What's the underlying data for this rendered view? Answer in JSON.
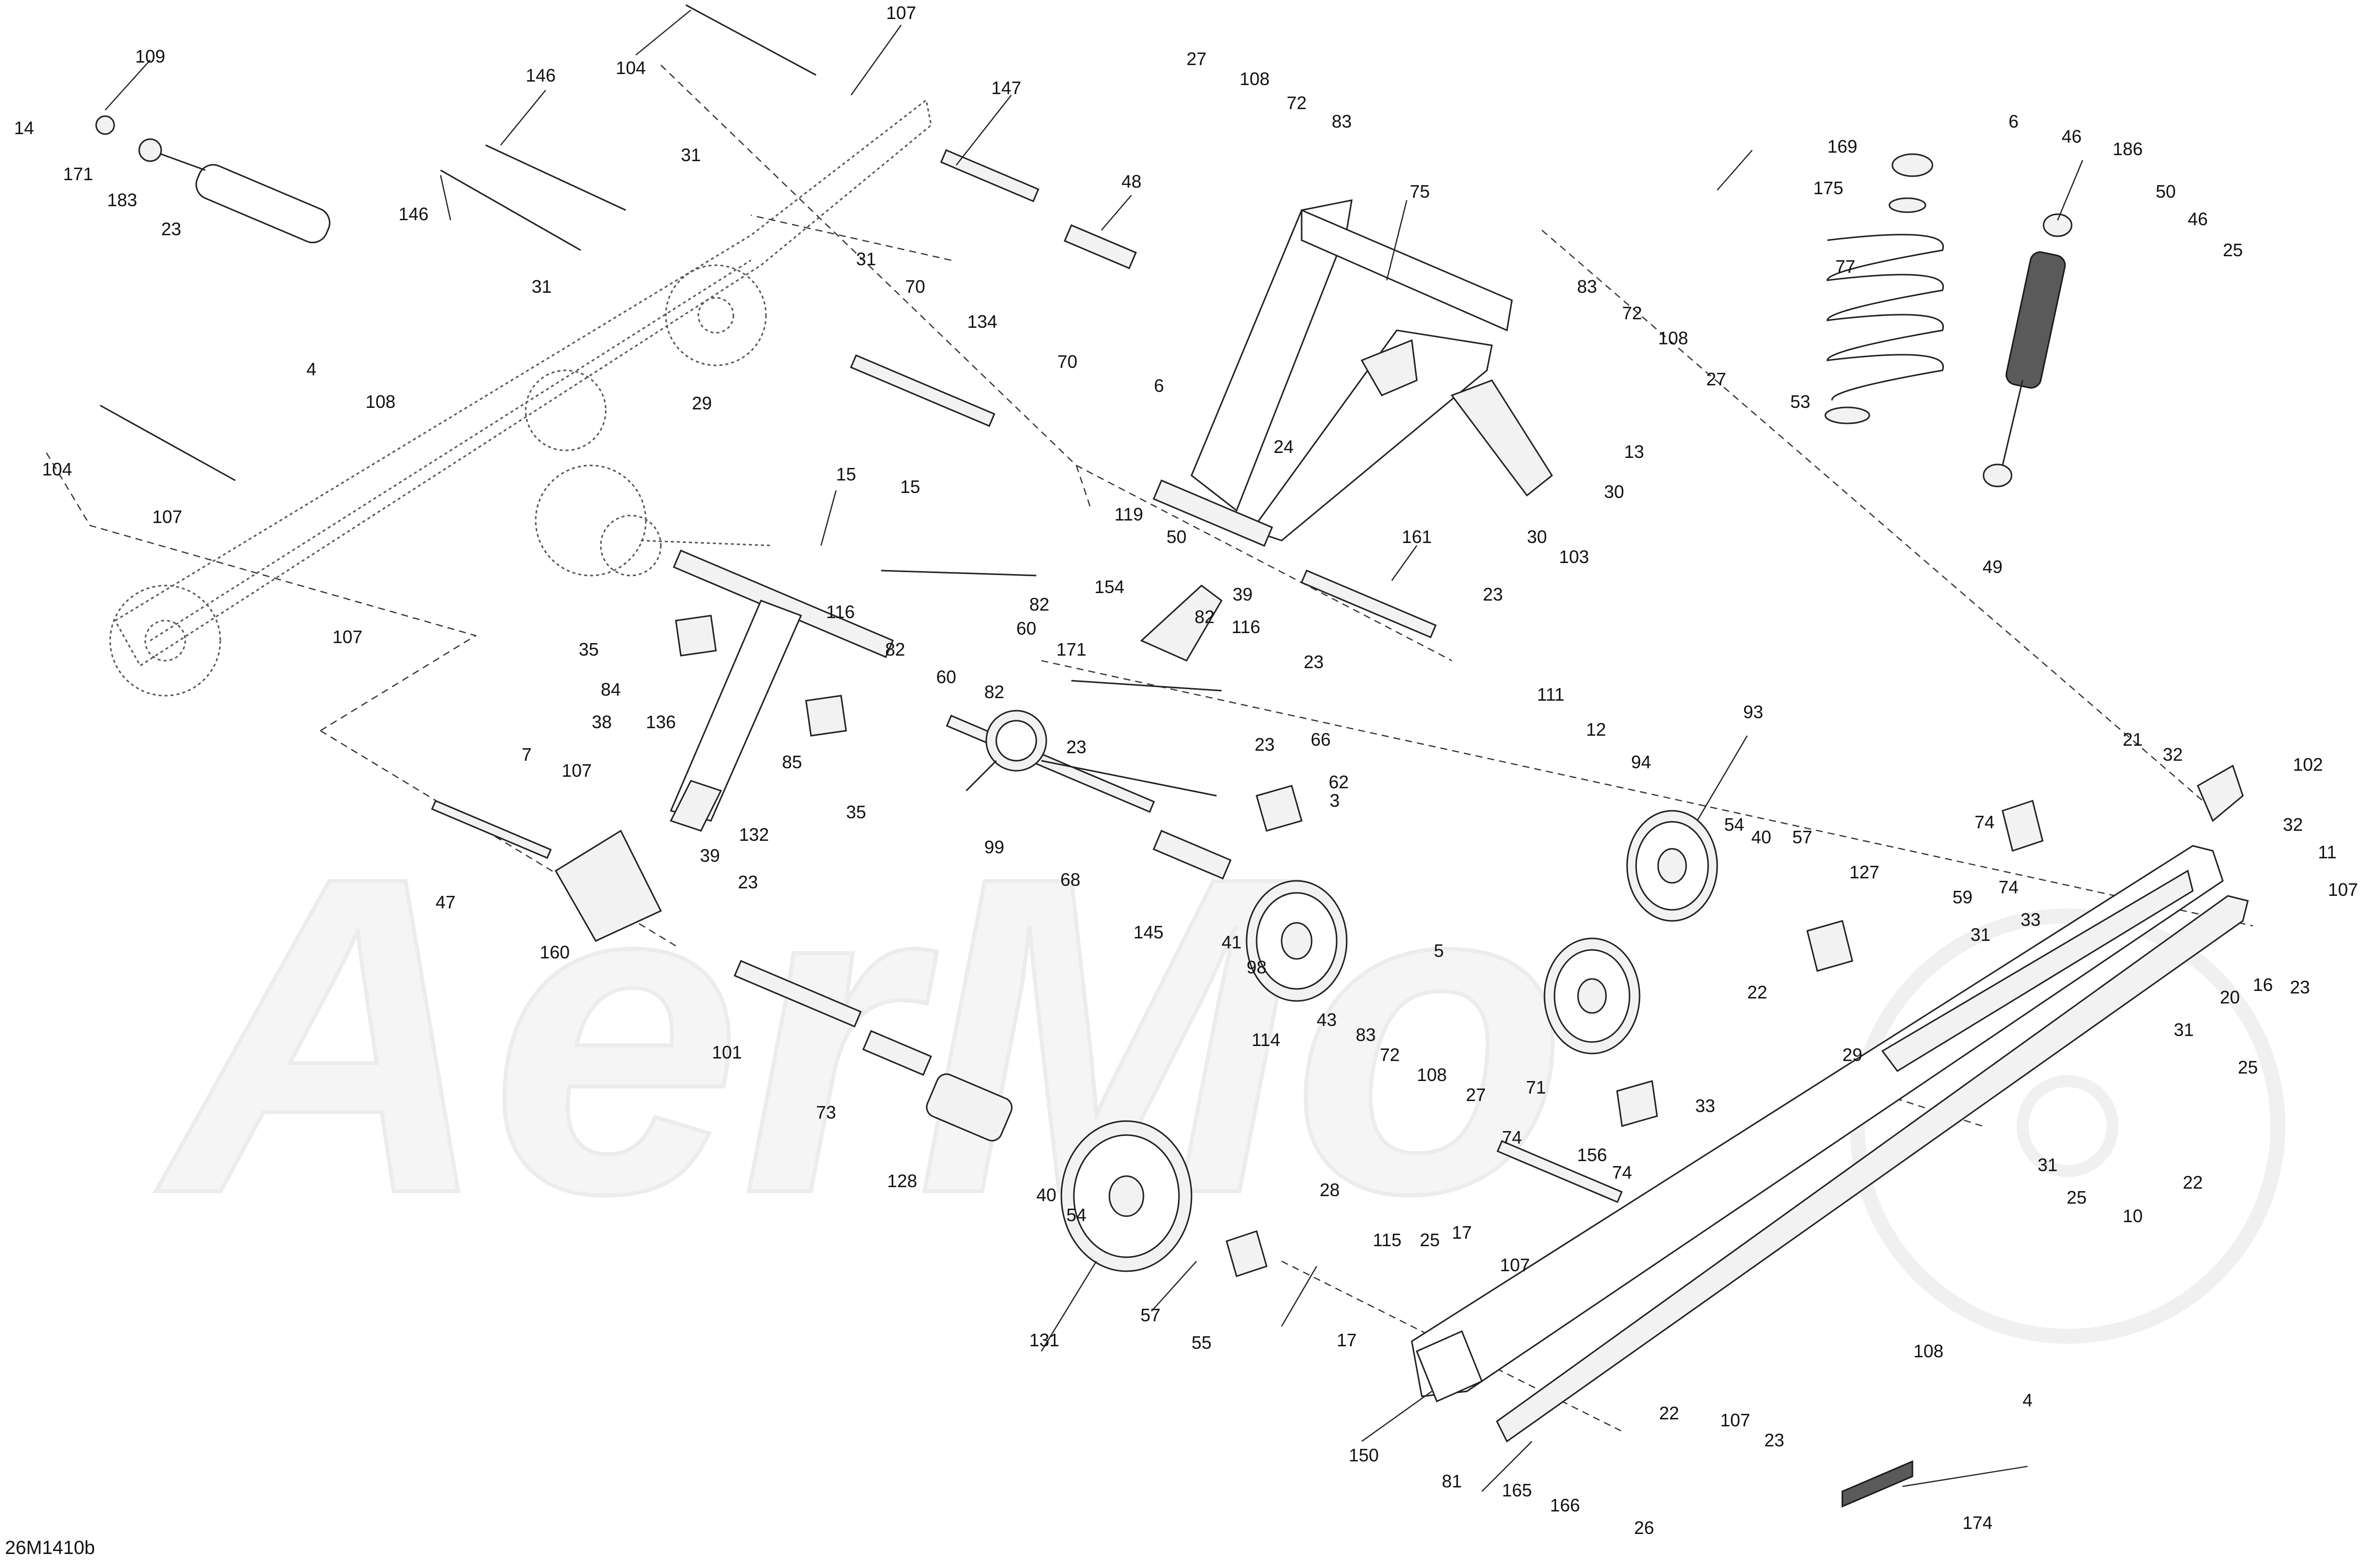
{
  "figure_code": "26M1410b",
  "watermark_text": "AerMo",
  "callouts": [
    {
      "id": "c107a",
      "text": "107"
    },
    {
      "id": "c104a",
      "text": "104"
    },
    {
      "id": "c109",
      "text": "109"
    },
    {
      "id": "c14",
      "text": "14"
    },
    {
      "id": "c171a",
      "text": "171"
    },
    {
      "id": "c183",
      "text": "183"
    },
    {
      "id": "c23a",
      "text": "23"
    },
    {
      "id": "c146a",
      "text": "146"
    },
    {
      "id": "c146b",
      "text": "146"
    },
    {
      "id": "c31a",
      "text": "31"
    },
    {
      "id": "c31b",
      "text": "31"
    },
    {
      "id": "c31c",
      "text": "31"
    },
    {
      "id": "c147",
      "text": "147"
    },
    {
      "id": "c48",
      "text": "48"
    },
    {
      "id": "c70a",
      "text": "70"
    },
    {
      "id": "c134",
      "text": "134"
    },
    {
      "id": "c70b",
      "text": "70"
    },
    {
      "id": "c29a",
      "text": "29"
    },
    {
      "id": "c4a",
      "text": "4"
    },
    {
      "id": "c108a",
      "text": "108"
    },
    {
      "id": "c104b",
      "text": "104"
    },
    {
      "id": "c107b",
      "text": "107"
    },
    {
      "id": "c107c",
      "text": "107"
    },
    {
      "id": "c27a",
      "text": "27"
    },
    {
      "id": "c108b",
      "text": "108"
    },
    {
      "id": "c72a",
      "text": "72"
    },
    {
      "id": "c83a",
      "text": "83"
    },
    {
      "id": "c75",
      "text": "75"
    },
    {
      "id": "c83b",
      "text": "83"
    },
    {
      "id": "c72b",
      "text": "72"
    },
    {
      "id": "c108c",
      "text": "108"
    },
    {
      "id": "c27b",
      "text": "27"
    },
    {
      "id": "c6a",
      "text": "6"
    },
    {
      "id": "c24",
      "text": "24"
    },
    {
      "id": "c13",
      "text": "13"
    },
    {
      "id": "c30a",
      "text": "30"
    },
    {
      "id": "c30b",
      "text": "30"
    },
    {
      "id": "c103",
      "text": "103"
    },
    {
      "id": "c23b",
      "text": "23"
    },
    {
      "id": "c169",
      "text": "169"
    },
    {
      "id": "c175",
      "text": "175"
    },
    {
      "id": "c77",
      "text": "77"
    },
    {
      "id": "c53",
      "text": "53"
    },
    {
      "id": "c6b",
      "text": "6"
    },
    {
      "id": "c46a",
      "text": "46"
    },
    {
      "id": "c186",
      "text": "186"
    },
    {
      "id": "c50a",
      "text": "50"
    },
    {
      "id": "c46b",
      "text": "46"
    },
    {
      "id": "c25a",
      "text": "25"
    },
    {
      "id": "c49",
      "text": "49"
    },
    {
      "id": "c15a",
      "text": "15"
    },
    {
      "id": "c15b",
      "text": "15"
    },
    {
      "id": "c119",
      "text": "119"
    },
    {
      "id": "c50b",
      "text": "50"
    },
    {
      "id": "c39a",
      "text": "39"
    },
    {
      "id": "c161",
      "text": "161"
    },
    {
      "id": "c116a",
      "text": "116"
    },
    {
      "id": "c154",
      "text": "154"
    },
    {
      "id": "c82a",
      "text": "82"
    },
    {
      "id": "c82b",
      "text": "82"
    },
    {
      "id": "c60a",
      "text": "60"
    },
    {
      "id": "c60b",
      "text": "60"
    },
    {
      "id": "c171b",
      "text": "171"
    },
    {
      "id": "c82c",
      "text": "82"
    },
    {
      "id": "c116b",
      "text": "116"
    },
    {
      "id": "c82d",
      "text": "82"
    },
    {
      "id": "c23c",
      "text": "23"
    },
    {
      "id": "c35a",
      "text": "35"
    },
    {
      "id": "c84",
      "text": "84"
    },
    {
      "id": "c38",
      "text": "38"
    },
    {
      "id": "c136",
      "text": "136"
    },
    {
      "id": "c85",
      "text": "85"
    },
    {
      "id": "c35b",
      "text": "35"
    },
    {
      "id": "c132",
      "text": "132"
    },
    {
      "id": "c23d",
      "text": "23"
    },
    {
      "id": "c23e",
      "text": "23"
    },
    {
      "id": "c66",
      "text": "66"
    },
    {
      "id": "c62",
      "text": "62"
    },
    {
      "id": "c3",
      "text": "3"
    },
    {
      "id": "c99",
      "text": "99"
    },
    {
      "id": "c68",
      "text": "68"
    },
    {
      "id": "c7",
      "text": "7"
    },
    {
      "id": "c107d",
      "text": "107"
    },
    {
      "id": "c39b",
      "text": "39"
    },
    {
      "id": "c23f",
      "text": "23"
    },
    {
      "id": "c47",
      "text": "47"
    },
    {
      "id": "c160",
      "text": "160"
    },
    {
      "id": "c145",
      "text": "145"
    },
    {
      "id": "c41",
      "text": "41"
    },
    {
      "id": "c98",
      "text": "98"
    },
    {
      "id": "c114",
      "text": "114"
    },
    {
      "id": "c5",
      "text": "5"
    },
    {
      "id": "c43",
      "text": "43"
    },
    {
      "id": "c83c",
      "text": "83"
    },
    {
      "id": "c72c",
      "text": "72"
    },
    {
      "id": "c108d",
      "text": "108"
    },
    {
      "id": "c27c",
      "text": "27"
    },
    {
      "id": "c101",
      "text": "101"
    },
    {
      "id": "c73",
      "text": "73"
    },
    {
      "id": "c128",
      "text": "128"
    },
    {
      "id": "c40a",
      "text": "40"
    },
    {
      "id": "c54a",
      "text": "54"
    },
    {
      "id": "c131",
      "text": "131"
    },
    {
      "id": "c57a",
      "text": "57"
    },
    {
      "id": "c55",
      "text": "55"
    },
    {
      "id": "c111",
      "text": "111"
    },
    {
      "id": "c12",
      "text": "12"
    },
    {
      "id": "c94",
      "text": "94"
    },
    {
      "id": "c93",
      "text": "93"
    },
    {
      "id": "c54b",
      "text": "54"
    },
    {
      "id": "c40b",
      "text": "40"
    },
    {
      "id": "c57b",
      "text": "57"
    },
    {
      "id": "c127",
      "text": "127"
    },
    {
      "id": "c22a",
      "text": "22"
    },
    {
      "id": "c29b",
      "text": "29"
    },
    {
      "id": "c31d",
      "text": "31"
    },
    {
      "id": "c71",
      "text": "71"
    },
    {
      "id": "c74a",
      "text": "74"
    },
    {
      "id": "c156",
      "text": "156"
    },
    {
      "id": "c74b",
      "text": "74"
    },
    {
      "id": "c33a",
      "text": "33"
    },
    {
      "id": "c28",
      "text": "28"
    },
    {
      "id": "c115",
      "text": "115"
    },
    {
      "id": "c25b",
      "text": "25"
    },
    {
      "id": "c17a",
      "text": "17"
    },
    {
      "id": "c17b",
      "text": "17"
    },
    {
      "id": "c107e",
      "text": "107"
    },
    {
      "id": "c150",
      "text": "150"
    },
    {
      "id": "c81",
      "text": "81"
    },
    {
      "id": "c165",
      "text": "165"
    },
    {
      "id": "c166",
      "text": "166"
    },
    {
      "id": "c26",
      "text": "26"
    },
    {
      "id": "c22b",
      "text": "22"
    },
    {
      "id": "c107f",
      "text": "107"
    },
    {
      "id": "c23g",
      "text": "23"
    },
    {
      "id": "c108e",
      "text": "108"
    },
    {
      "id": "c4b",
      "text": "4"
    },
    {
      "id": "c174",
      "text": "174"
    },
    {
      "id": "c21",
      "text": "21"
    },
    {
      "id": "c32a",
      "text": "32"
    },
    {
      "id": "c102",
      "text": "102"
    },
    {
      "id": "c74c",
      "text": "74"
    },
    {
      "id": "c59",
      "text": "59"
    },
    {
      "id": "c74d",
      "text": "74"
    },
    {
      "id": "c33b",
      "text": "33"
    },
    {
      "id": "c32b",
      "text": "32"
    },
    {
      "id": "c11",
      "text": "11"
    },
    {
      "id": "c107g",
      "text": "107"
    },
    {
      "id": "c20",
      "text": "20"
    },
    {
      "id": "c16",
      "text": "16"
    },
    {
      "id": "c23h",
      "text": "23"
    },
    {
      "id": "c31e",
      "text": "31"
    },
    {
      "id": "c31f",
      "text": "31"
    },
    {
      "id": "c25c",
      "text": "25"
    },
    {
      "id": "c25d",
      "text": "25"
    },
    {
      "id": "c22c",
      "text": "22"
    },
    {
      "id": "c10",
      "text": "10"
    }
  ]
}
